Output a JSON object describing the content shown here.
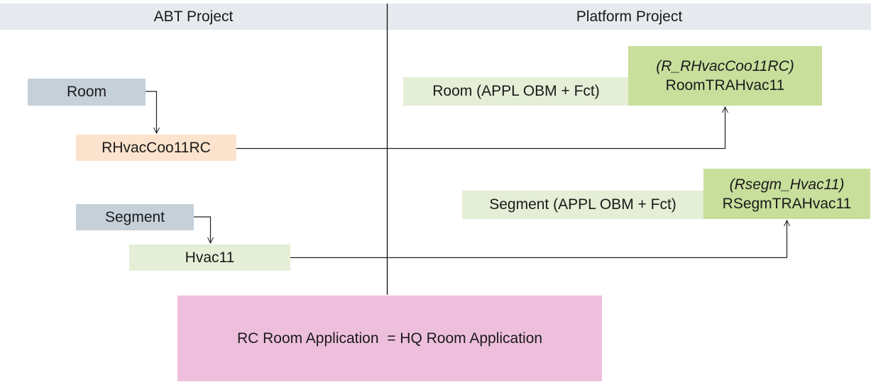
{
  "headers": {
    "left": "ABT Project",
    "right": "Platform Project"
  },
  "abt": {
    "room": "Room",
    "room_instance": "RHvacCoo11RC",
    "segment": "Segment",
    "segment_instance": "Hvac11"
  },
  "platform": {
    "room_label": "Room (APPL OBM + Fct)",
    "room_ref": "(R_RHvacCoo11RC)",
    "room_name": "RoomTRAHvac11",
    "segment_label": "Segment (APPL OBM + Fct)",
    "segment_ref": "(Rsegm_Hvac11)",
    "segment_name": "RSegmTRAHvac11"
  },
  "footer": {
    "application": "RC Room Application  = HQ Room Application"
  },
  "colors": {
    "header_bg": "#e6eaee",
    "blue_gray": "#c5d0d9",
    "peach": "#fce3cd",
    "light_green": "#e5eed6",
    "green": "#c8df9c",
    "pink": "#eebfdd"
  }
}
